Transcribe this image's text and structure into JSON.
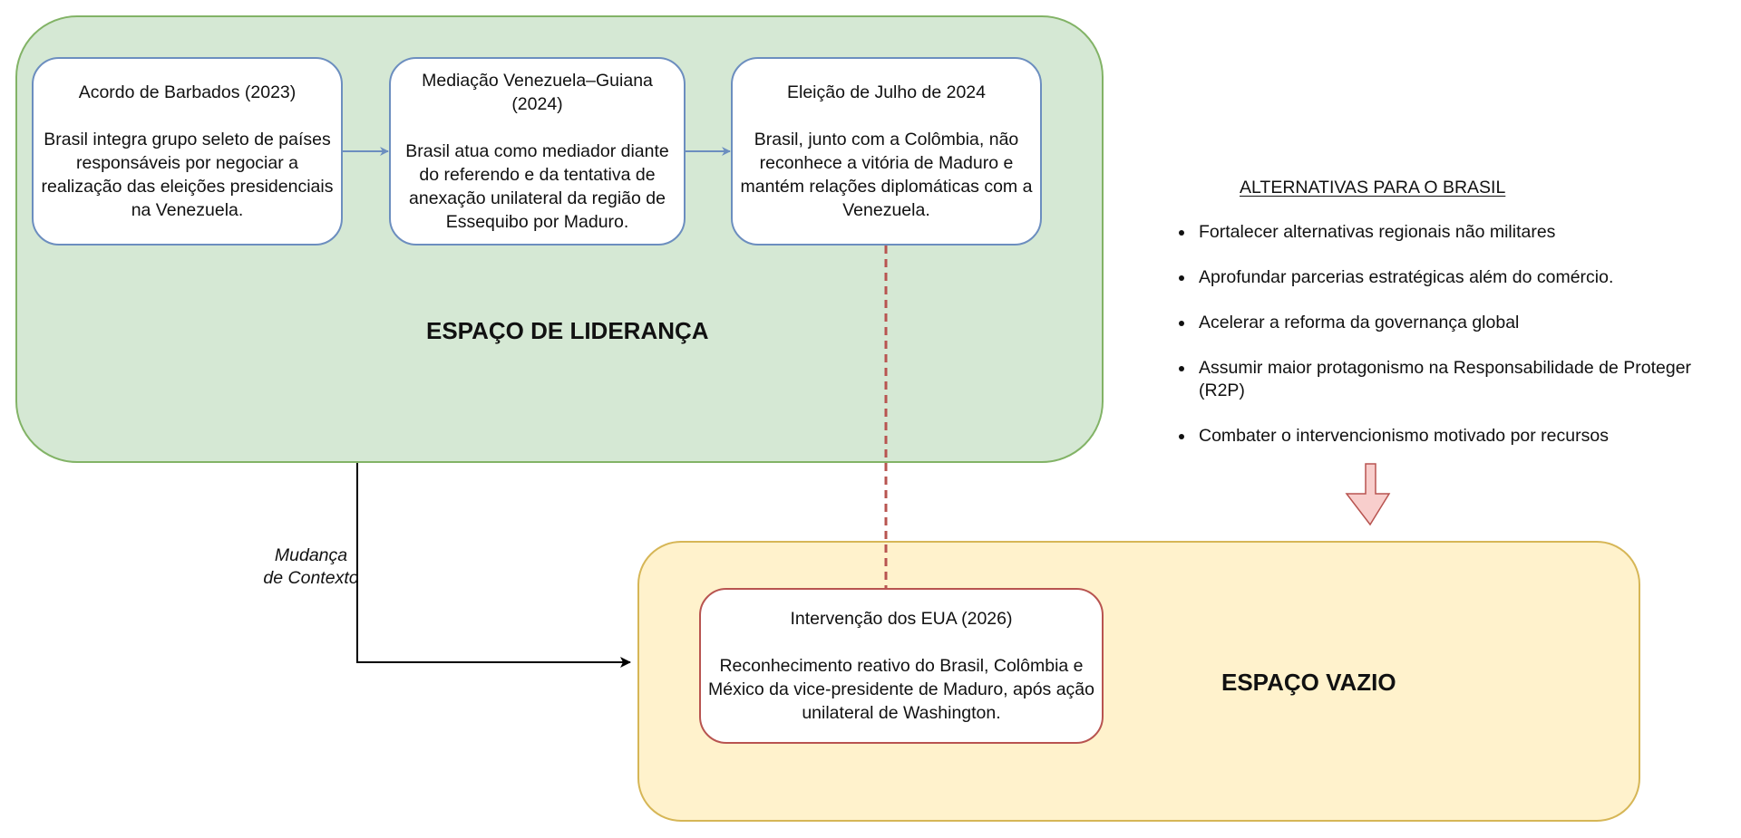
{
  "diagram": {
    "zones": {
      "leadership": {
        "label": "ESPAÇO DE LIDERANÇA",
        "fill": "#d5e8d4",
        "border": "#82b366"
      },
      "empty": {
        "label": "ESPAÇO VAZIO",
        "fill": "#fff2cc",
        "border": "#d6b656"
      }
    },
    "cards": [
      {
        "title": "Acordo de Barbados (2023)",
        "body": "Brasil integra grupo seleto de países responsáveis por negociar a realização das eleições presidenciais na Venezuela."
      },
      {
        "title": "Mediação Venezuela–Guiana (2024)",
        "body": "Brasil atua como mediador diante do referendo e da tentativa de anexação unilateral da região de Essequibo por Maduro."
      },
      {
        "title": "Eleição de Julho de 2024",
        "body": "Brasil, junto com a Colômbia, não reconhece a vitória de Maduro e mantém relações diplomáticas com a Venezuela."
      },
      {
        "title": "Intervenção dos EUA (2026)",
        "body": "Reconhecimento reativo do Brasil, Colômbia e México da vice-presidente de Maduro, após ação unilateral de Washington."
      }
    ],
    "connectors": {
      "context_change_label": "Mudança de Contexto",
      "colors": {
        "flow": "#6c8ebf",
        "dashed": "#b85450",
        "context": "#000000",
        "block_arrow_fill": "#f8cecc",
        "block_arrow_border": "#b85450"
      }
    },
    "alternatives": {
      "heading": "ALTERNATIVAS PARA O BRASIL",
      "items": [
        "Fortalecer alternativas regionais não militares",
        "Aprofundar parcerias estratégicas além do comércio.",
        "Acelerar a reforma da governança global",
        "Assumir maior protagonismo na Responsabilidade de Proteger (R2P)",
        "Combater o intervencionismo motivado por recursos"
      ]
    }
  }
}
